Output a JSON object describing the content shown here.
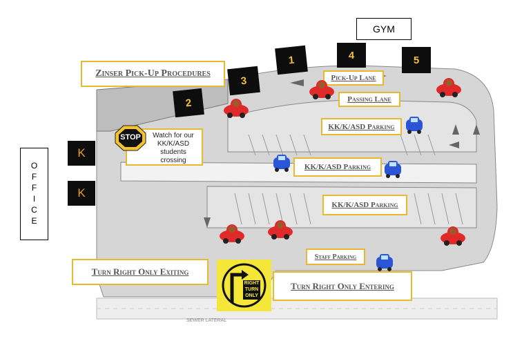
{
  "title": "Zinser Pick-Up Procedures",
  "buildings": {
    "gym": "GYM",
    "office": "OFFICE"
  },
  "pickup_spots": [
    "1",
    "2",
    "3",
    "4",
    "5"
  ],
  "kindergarten_marker": "K",
  "lanes": {
    "pickup": "Pick-Up Lane",
    "passing": "Passing Lane"
  },
  "parking": {
    "kk_1": "KK/K/ASD Parking",
    "kk_2": "KK/K/ASD Parking",
    "kk_3": "KK/K/ASD Parking",
    "staff": "Staff Parking"
  },
  "stop_sign": {
    "text": "STOP",
    "message": "Watch for our KK/K/ASD students crossing"
  },
  "turn_sign": {
    "line1": "RIGHT",
    "line2": "TURN",
    "line3": "ONLY"
  },
  "exit_text": "Turn Right Only Exiting",
  "enter_text": "Turn Right Only Entering",
  "colors": {
    "label_border": "#e8b92f",
    "lot": "#d6d6d6",
    "red_car": "#e02a2a",
    "blue_car": "#2a55d6",
    "sign_yellow": "#f5e63a"
  }
}
